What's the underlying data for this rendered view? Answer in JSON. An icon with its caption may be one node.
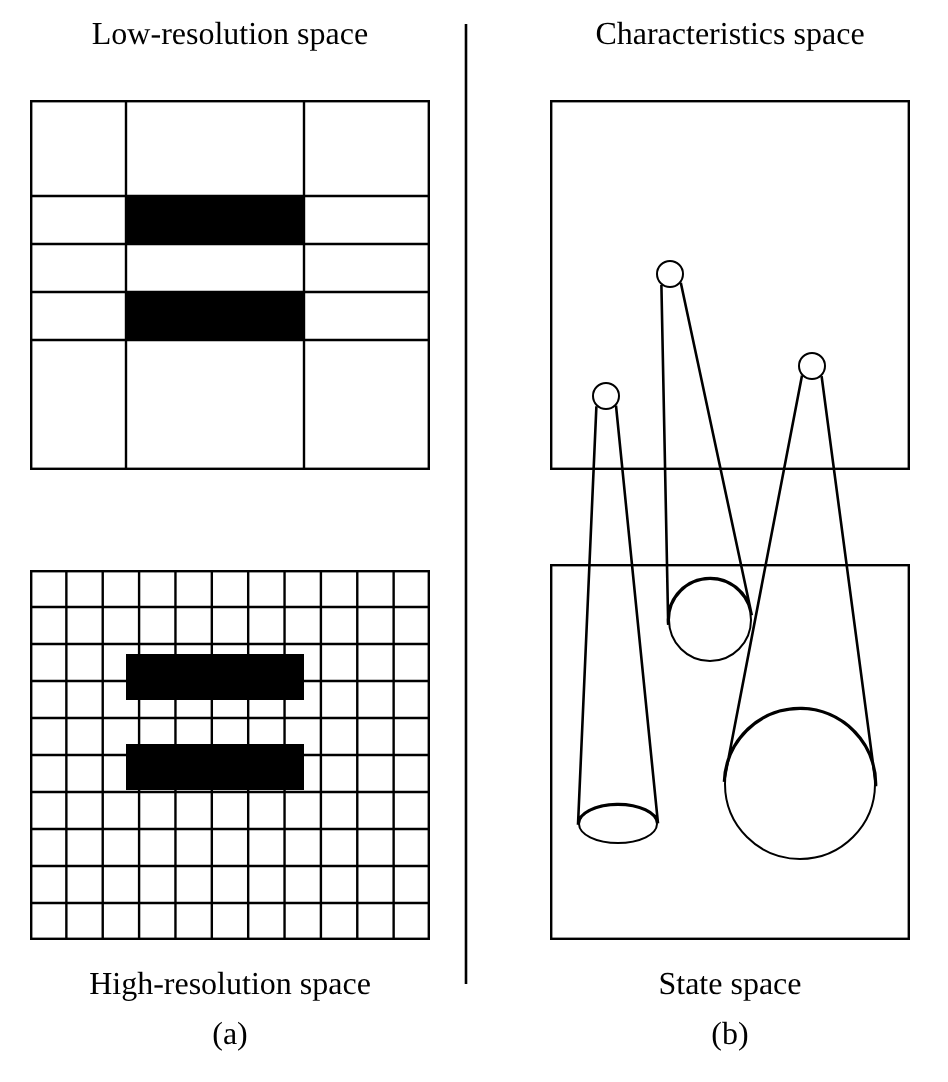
{
  "diagram": {
    "nodes": [
      {
        "text": [
          "Low-resolution space"
        ]
      },
      {
        "text": [
          "Characteristics space"
        ]
      },
      {
        "text": [],
        "shape": "circle",
        "in": 1
      },
      {
        "text": [],
        "shape": "circle",
        "in": 1
      },
      {
        "text": [],
        "shape": "circle",
        "in": 1
      },
      {
        "text": [
          "High-resolution space"
        ]
      },
      {
        "text": [
          "State space"
        ]
      },
      {
        "text": [],
        "shape": "ellipse",
        "in": 6
      },
      {
        "text": [],
        "shape": "circle",
        "in": 6
      },
      {
        "text": [],
        "shape": "circle",
        "in": 6
      }
    ],
    "edges": [
      {
        "from": 2,
        "to": 7,
        "arrow": "none"
      },
      {
        "from": 3,
        "to": 8,
        "arrow": "none"
      },
      {
        "from": 4,
        "to": 9,
        "arrow": "none"
      }
    ],
    "labels": [
      "(a)",
      "(b)"
    ]
  }
}
